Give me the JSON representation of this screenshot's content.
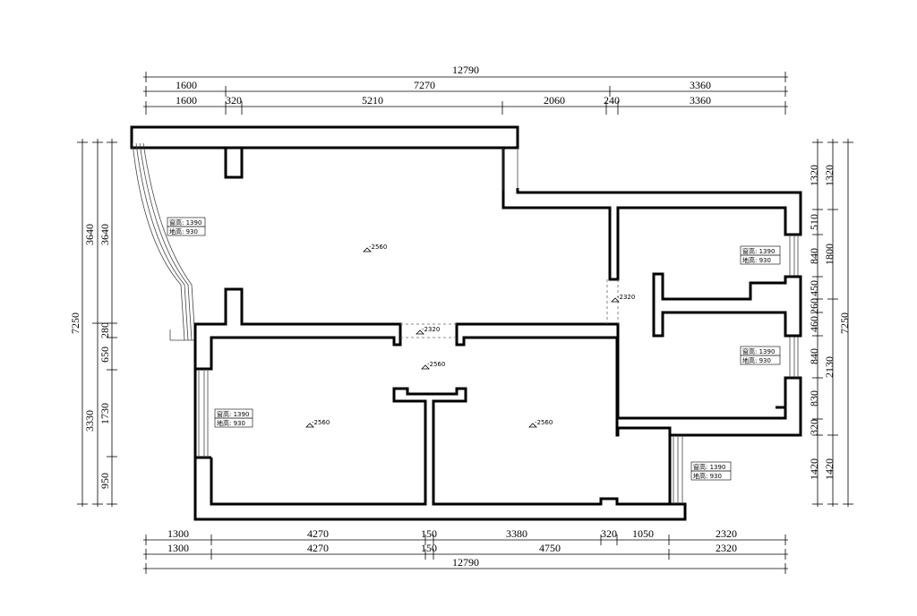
{
  "dimensions": {
    "top": {
      "overall": "12790",
      "row2": [
        "1600",
        "7270",
        "3360"
      ],
      "row3": [
        "1600",
        "320",
        "5210",
        "2060",
        "240",
        "3360"
      ]
    },
    "bottom": {
      "row1": [
        "1300",
        "4270",
        "150",
        "3380",
        "320",
        "1050",
        "2320"
      ],
      "row2": [
        "1300",
        "4270",
        "150",
        "4750",
        "2320"
      ],
      "overall": "12790"
    },
    "left": {
      "overall": "7250",
      "outer": [
        "3640",
        "3330"
      ],
      "inner": [
        "3640",
        "280",
        "650",
        "1730",
        "950"
      ]
    },
    "right": {
      "inner": [
        "1320",
        "510",
        "840",
        "450",
        "260",
        "460",
        "840",
        "830",
        "320",
        "1420"
      ],
      "outer": [
        "1320",
        "1800",
        "2130",
        "1420"
      ],
      "overall": "7250"
    }
  },
  "window_labels": [
    {
      "line1": "窗高: 1390",
      "line2": "地高: 930"
    },
    {
      "line1": "窗高: 1390",
      "line2": "地高: 930"
    },
    {
      "line1": "窗高: 1390",
      "line2": "地高: 930"
    },
    {
      "line1": "窗高: 1390",
      "line2": "地高: 930"
    },
    {
      "line1": "窗高: 1390",
      "line2": "地高: 930"
    }
  ],
  "elevations": [
    "-2560",
    "-2320",
    "-2320",
    "-2560",
    "-2560",
    "-2560"
  ]
}
